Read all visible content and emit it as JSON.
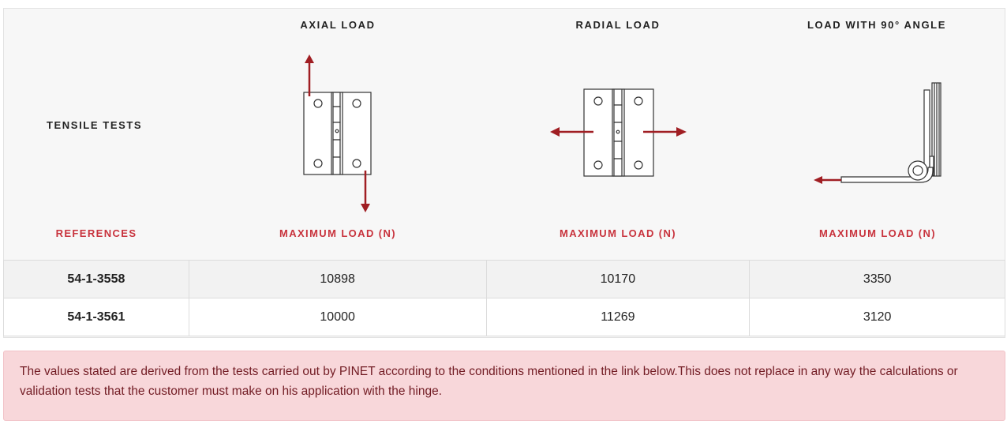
{
  "header": {
    "axial_load": "AXIAL LOAD",
    "radial_load": "RADIAL LOAD",
    "angle_load": "LOAD WITH 90° ANGLE",
    "tensile_tests": "TENSILE TESTS",
    "references": "REFERENCES",
    "max_load_axial": "MAXIMUM LOAD (N)",
    "max_load_radial": "MAXIMUM LOAD (N)",
    "max_load_angle": "MAXIMUM LOAD (N)"
  },
  "rows": [
    {
      "ref": "54-1-3558",
      "axial": "10898",
      "radial": "10170",
      "angle": "3350"
    },
    {
      "ref": "54-1-3561",
      "axial": "10000",
      "radial": "11269",
      "angle": "3120"
    }
  ],
  "note": {
    "text": "The values stated are derived from the tests carried out by PINET according to the conditions mentioned in the link below.This does not replace in any way the calculations or validation tests that the customer must make on his application with the hinge."
  },
  "colors": {
    "accent": "#c8323c",
    "arrow": "#a01e23",
    "note_bg": "#f8d7da",
    "note_text": "#721c24"
  },
  "icons": [
    "axial-hinge-diagram",
    "radial-hinge-diagram",
    "angle-hinge-diagram"
  ]
}
